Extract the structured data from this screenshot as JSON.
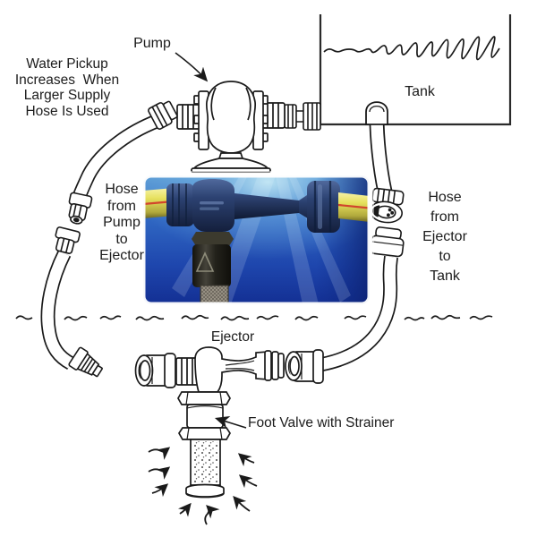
{
  "title": "Pump / ejector / tank water-pickup diagram",
  "labels": {
    "pump": "Pump",
    "tank": "Tank",
    "ejector": "Ejector",
    "foot_valve": "Foot Valve with Strainer",
    "water_pickup_note": "Water Pickup\nIncreases  When\nLarger Supply\nHose Is Used",
    "hose_pump_to_ejector": "Hose\nfrom\nPump\nto\nEjector",
    "hose_ejector_to_tank": "Hose\nfrom\nEjector\nto\nTank"
  },
  "colors": {
    "line_art": "#1a1a1a",
    "background": "#ffffff",
    "photo_water_light": "#79b9e2",
    "photo_water_mid": "#2b62c0",
    "photo_water_dark": "#122e93",
    "photo_hose_yellow": "#e3dd55",
    "photo_hose_stripe_red": "#d2452c",
    "photo_hardware_navy": "#273c69",
    "photo_foot_valve_black": "#22211b",
    "photo_strainer_mesh": "#968f80"
  },
  "photo_inset": {
    "alt": "underwater-photo-of-ejector-with-yellow-hoses-foot-valve-and-strainer"
  }
}
